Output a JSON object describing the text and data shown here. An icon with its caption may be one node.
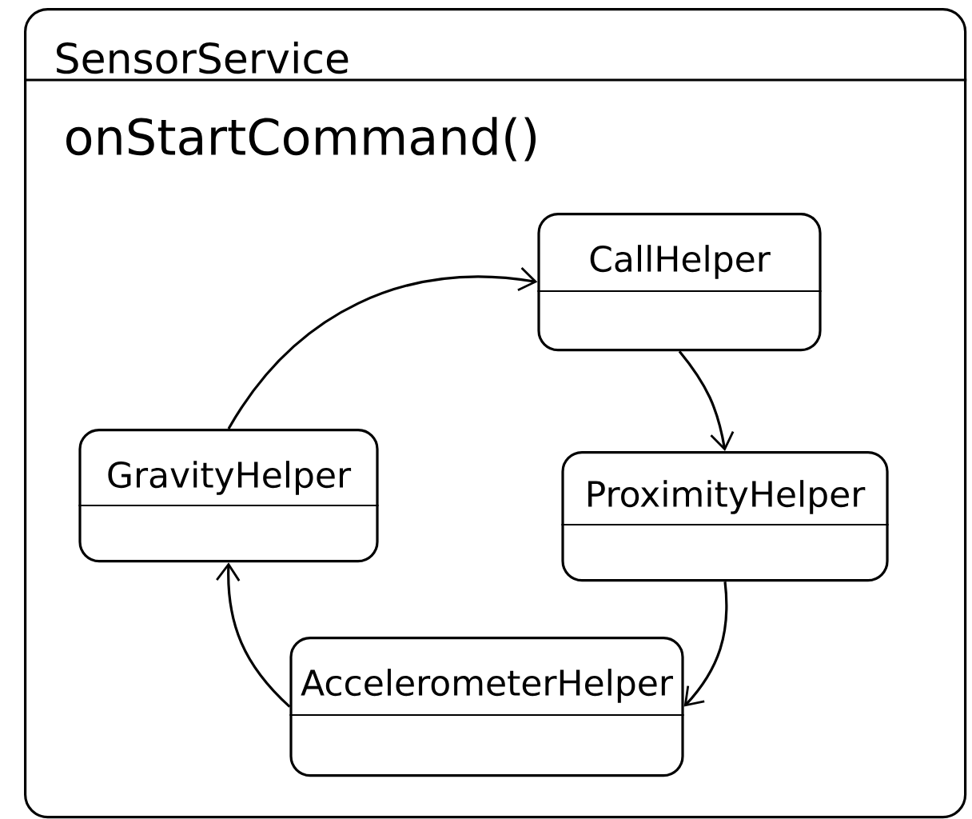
{
  "diagram": {
    "nodes": [
      {
        "text": [
          "SensorService",
          "onStartCommand()"
        ]
      },
      {
        "text": [
          "CallHelper"
        ],
        "in": 0
      },
      {
        "text": [
          "ProximityHelper"
        ],
        "in": 0
      },
      {
        "text": [
          "AccelerometerHelper"
        ],
        "in": 0
      },
      {
        "text": [
          "GravityHelper"
        ],
        "in": 0
      }
    ],
    "edges": [
      {
        "from": 4,
        "to": 1,
        "arrow": "to"
      },
      {
        "from": 1,
        "to": 2,
        "arrow": "to"
      },
      {
        "from": 2,
        "to": 3,
        "arrow": "to"
      },
      {
        "from": 3,
        "to": 4,
        "arrow": "to"
      }
    ]
  }
}
